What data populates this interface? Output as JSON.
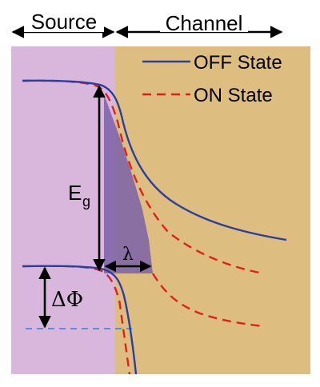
{
  "regions": {
    "source": {
      "label": "Source",
      "color": "#d9b7dc"
    },
    "channel": {
      "label": "Channel",
      "color": "#ddbe80"
    }
  },
  "legend": {
    "off": {
      "label": "OFF State",
      "color": "#2b3f9e",
      "style": "solid"
    },
    "on": {
      "label": "ON State",
      "color": "#e02020",
      "style": "dashed"
    }
  },
  "annotations": {
    "bandgap": {
      "main": "E",
      "sub": "g"
    },
    "lambda": "λ",
    "delta_phi": "ΔΦ"
  },
  "colors": {
    "tunnel_wedge": "#7b62a8",
    "fermi_level": "#5a8fd6",
    "arrows": "#000000"
  }
}
